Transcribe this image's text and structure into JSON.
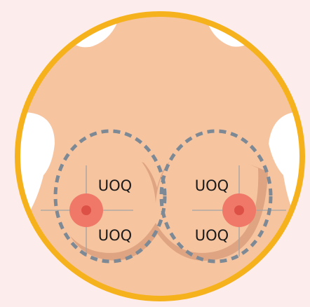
{
  "colors": {
    "page_background": "#fcecec",
    "frame_ring": "#f6b21c",
    "skin": "#f7c4a0",
    "skin_shadow": "#dfa583",
    "cutout": "#ffffff",
    "nipple_outer": "#f07868",
    "nipple_inner": "#dc5045",
    "quadrant_lines": "#a3a3a3",
    "dashed_outline": "#7d8a96"
  },
  "labels": {
    "left_upper": "UOQ",
    "left_lower": "UOQ",
    "right_upper": "UOQ",
    "right_lower": "UOQ"
  }
}
